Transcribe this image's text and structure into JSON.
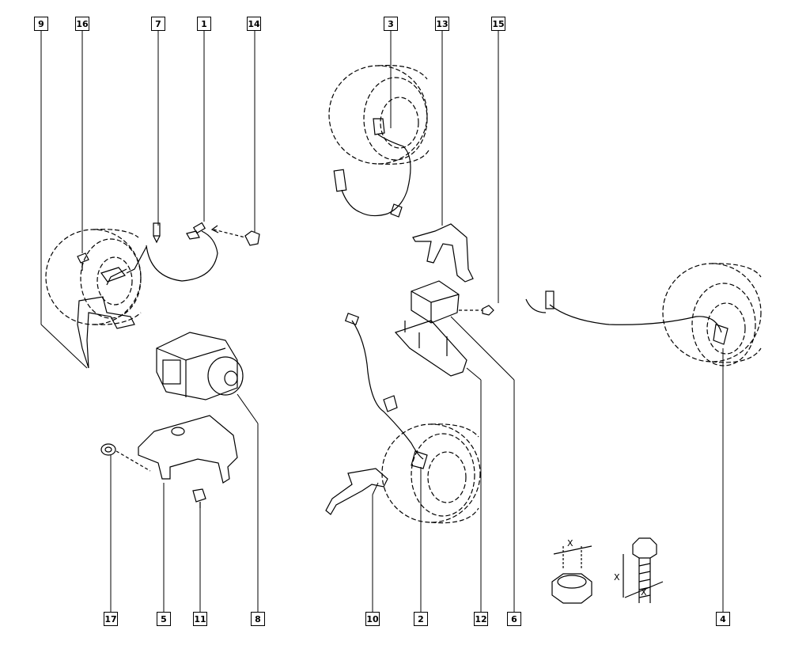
{
  "callouts": {
    "c9": "9",
    "c16": "16",
    "c7": "7",
    "c1": "1",
    "c14": "14",
    "c3": "3",
    "c13": "13",
    "c15": "15",
    "c17": "17",
    "c5": "5",
    "c11": "11",
    "c8": "8",
    "c10": "10",
    "c2": "2",
    "c12": "12",
    "c6": "6",
    "c4": "4"
  },
  "dimension_labels": {
    "x1": "X",
    "x2": "X",
    "x3": "X"
  },
  "colors": {
    "line": "#000000",
    "background": "#ffffff"
  }
}
